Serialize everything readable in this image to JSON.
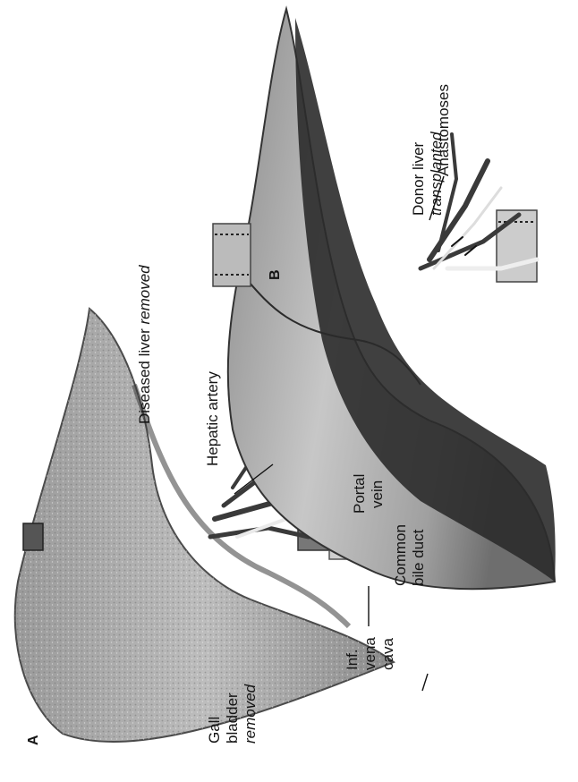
{
  "panel_a": {
    "letter": "A",
    "title_line1": "Diseased liver",
    "title_line2_italic": "removed",
    "labels": {
      "hepatic_artery": "Hepatic artery",
      "portal_vein_line1": "Portal",
      "portal_vein_line2": "vein",
      "common_bile_duct_line1": "Common",
      "common_bile_duct_line2": "bile duct",
      "inf_vena_cava_line1": "Inf.",
      "inf_vena_cava_line2": "vena",
      "inf_vena_cava_line3": "cava",
      "gallbladder_line1": "Gall",
      "gallbladder_line2": "bladder",
      "gallbladder_line3_italic": "removed"
    }
  },
  "panel_b": {
    "letter": "B",
    "title_line1": "Donor liver",
    "title_line2_italic": "transplanted",
    "labels": {
      "anastomoses": "Anastomoses"
    }
  }
}
